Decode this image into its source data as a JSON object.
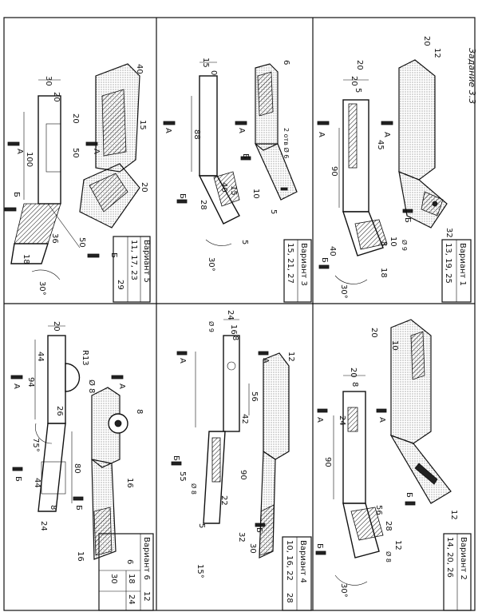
{
  "sheet_title": "Задание 3.3",
  "panels": [
    {
      "id": "v5",
      "variant_label": "Вариант 5",
      "variant_numbers": [
        "11, 17, 23",
        "29"
      ],
      "dims": [
        "30",
        "20",
        "20",
        "100",
        "50",
        "36",
        "18",
        "30°",
        "50",
        "40",
        "15",
        "20"
      ],
      "section_marks": [
        "А",
        "А",
        "Б",
        "Б"
      ]
    },
    {
      "id": "v3",
      "variant_label": "Вариант 3",
      "variant_numbers": [
        "15, 21, 27"
      ],
      "dims": [
        "15",
        "0",
        "88",
        "40",
        "15",
        "28",
        "5",
        "30°",
        "2 отв Ø 6",
        "6",
        "10",
        "5"
      ],
      "section_marks": [
        "А",
        "А",
        "Б",
        "Б"
      ]
    },
    {
      "id": "v1",
      "variant_label": "Вариант 1",
      "variant_numbers": [
        "13, 19, 25"
      ],
      "dims": [
        "20",
        "20",
        "12",
        "20",
        "5",
        "45",
        "90",
        "40",
        "10",
        "8",
        "18",
        "30°",
        "Ø 9",
        "32"
      ],
      "section_marks": [
        "А",
        "А",
        "Б",
        "Б"
      ]
    },
    {
      "id": "v6",
      "variant_label": "Вариант 6",
      "variant_numbers": [
        "12",
        "18",
        "24",
        "30"
      ],
      "dims": [
        "20",
        "44",
        "R13",
        "94",
        "Ø 8",
        "26",
        "75°",
        "44",
        "80",
        "8",
        "24",
        "16",
        "8",
        "16",
        "6"
      ],
      "section_marks": [
        "А",
        "А",
        "Б",
        "Б"
      ]
    },
    {
      "id": "v4",
      "variant_label": "Вариант 4",
      "variant_numbers": [
        "10, 16, 22",
        "28"
      ],
      "dims": [
        "24",
        "16",
        "Ø 9",
        "8",
        "56",
        "42",
        "12",
        "55",
        "Ø 8",
        "22",
        "90",
        "5",
        "32",
        "30",
        "15°"
      ],
      "section_marks": [
        "А",
        "А",
        "Б",
        "Б"
      ]
    },
    {
      "id": "v2",
      "variant_label": "Вариант 2",
      "variant_numbers": [
        "14, 20, 26"
      ],
      "dims": [
        "20",
        "8",
        "24",
        "90",
        "56",
        "28",
        "12",
        "Ø 8",
        "30°",
        "20",
        "10",
        "12"
      ],
      "section_marks": [
        "А",
        "А",
        "Б",
        "Б"
      ]
    }
  ]
}
